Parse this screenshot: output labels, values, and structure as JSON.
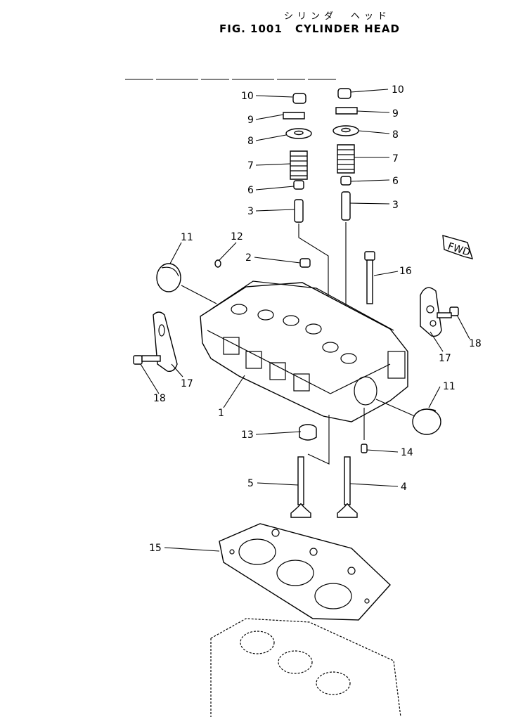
{
  "title": {
    "japanese": "シリンダ　ヘッド",
    "figure": "FIG. 1001",
    "name": "CYLINDER HEAD"
  },
  "fwd_marker": "FWD",
  "callouts": [
    {
      "id": "c10a",
      "text": "10"
    },
    {
      "id": "c10b",
      "text": "10"
    },
    {
      "id": "c9a",
      "text": "9"
    },
    {
      "id": "c9b",
      "text": "9"
    },
    {
      "id": "c8a",
      "text": "8"
    },
    {
      "id": "c8b",
      "text": "8"
    },
    {
      "id": "c7a",
      "text": "7"
    },
    {
      "id": "c7b",
      "text": "7"
    },
    {
      "id": "c6a",
      "text": "6"
    },
    {
      "id": "c6b",
      "text": "6"
    },
    {
      "id": "c3a",
      "text": "3"
    },
    {
      "id": "c3b",
      "text": "3"
    },
    {
      "id": "c11a",
      "text": "11"
    },
    {
      "id": "c11b",
      "text": "11"
    },
    {
      "id": "c12",
      "text": "12"
    },
    {
      "id": "c2",
      "text": "2"
    },
    {
      "id": "c16",
      "text": "16"
    },
    {
      "id": "c17a",
      "text": "17"
    },
    {
      "id": "c17b",
      "text": "17"
    },
    {
      "id": "c18a",
      "text": "18"
    },
    {
      "id": "c18b",
      "text": "18"
    },
    {
      "id": "c1",
      "text": "1"
    },
    {
      "id": "c13",
      "text": "13"
    },
    {
      "id": "c14",
      "text": "14"
    },
    {
      "id": "c5",
      "text": "5"
    },
    {
      "id": "c4",
      "text": "4"
    },
    {
      "id": "c15",
      "text": "15"
    }
  ]
}
